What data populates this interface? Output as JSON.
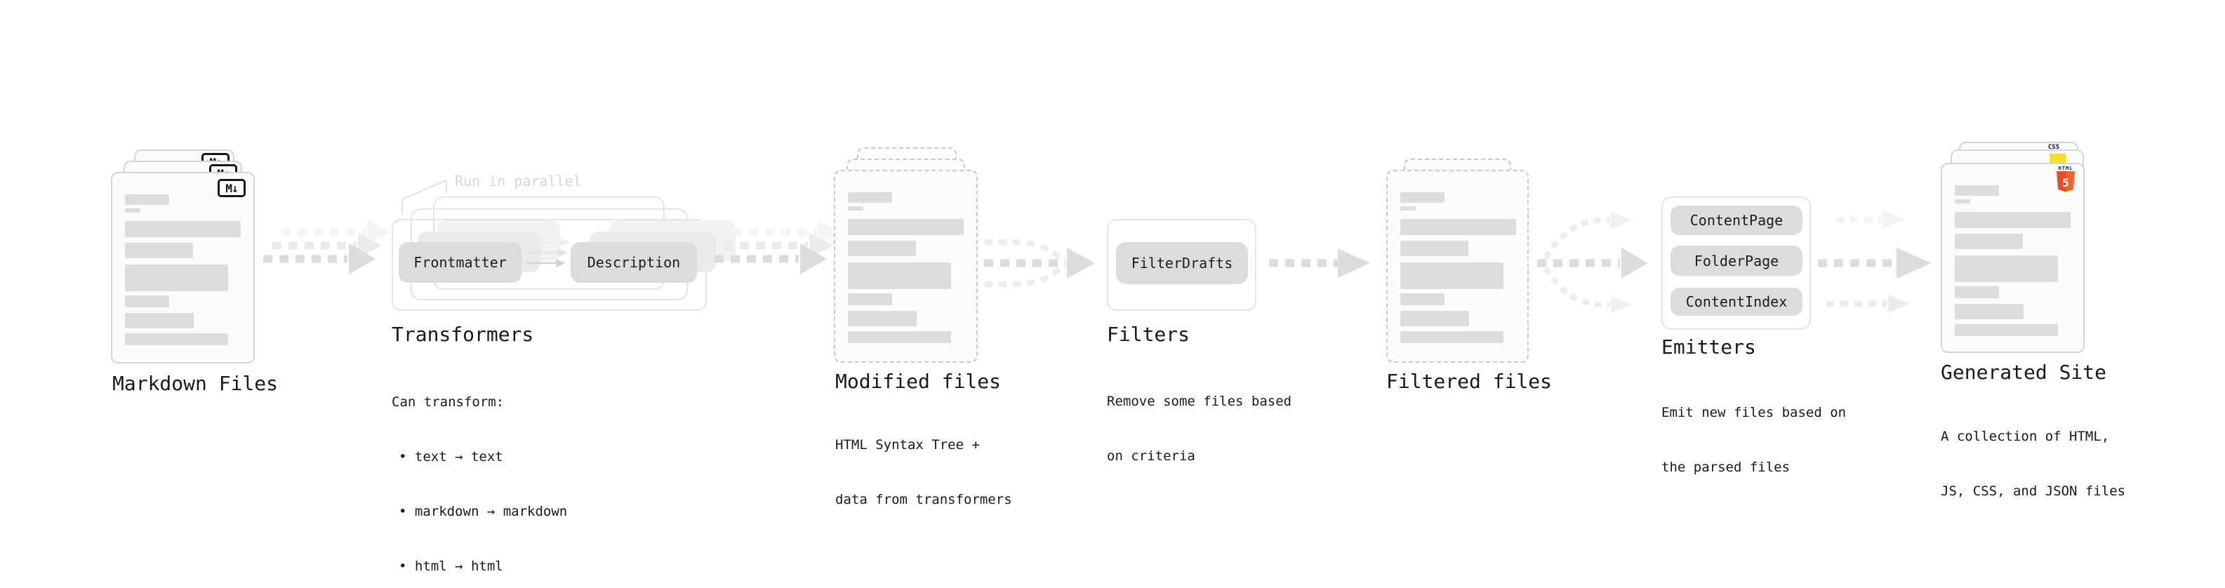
{
  "markdown": {
    "title": "Markdown Files",
    "badge": "M↓"
  },
  "transformers": {
    "title": "Transformers",
    "note": "Run in parallel",
    "input_pill": "Frontmatter",
    "output_pill": "Description",
    "desc_heading": "Can transform:",
    "bullets": [
      "• text → text",
      "• markdown → markdown",
      "• html → html"
    ]
  },
  "modified": {
    "title": "Modified files",
    "desc1": "HTML Syntax Tree +",
    "desc2": "data from transformers"
  },
  "filters": {
    "title": "Filters",
    "pill": "FilterDrafts",
    "desc1": "Remove some files based",
    "desc2": "on criteria"
  },
  "filtered": {
    "title": "Filtered files"
  },
  "emitters": {
    "title": "Emitters",
    "pills": [
      "ContentPage",
      "FolderPage",
      "ContentIndex"
    ],
    "desc1": "Emit new files based on",
    "desc2": "the parsed files"
  },
  "generated": {
    "title": "Generated Site",
    "desc1": "A collection of HTML,",
    "desc2": "JS, CSS, and JSON files",
    "html_badge_word": "HTML",
    "html_badge_number": "5",
    "css_badge_word": "CSS"
  },
  "colors": {
    "html5_orange": "#e44d26",
    "js_yellow": "#f7df1e",
    "css_blue": "#2d63f1"
  }
}
